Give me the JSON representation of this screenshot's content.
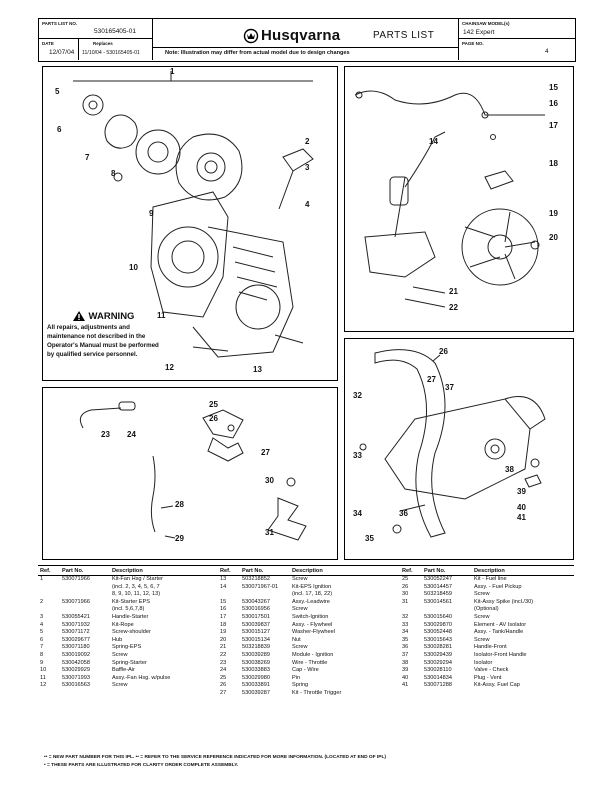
{
  "header": {
    "part_list_no_label": "PARTS LIST NO.",
    "part_list_no": "530165405-01",
    "date_label": "DATE",
    "date": "12/07/04",
    "replaces_label": "Replaces",
    "replaces": "11/10/04 - 530165405-01",
    "brand": "Husqvarna",
    "title": "PARTS LIST",
    "chainsaw_model_label": "CHAINSAW MODEL(s)",
    "model": "142 Expert",
    "page_label": "PAGE  NO.",
    "page_no": "4",
    "note": "Note: Illustration may differ from actual model due to design changes"
  },
  "warning": {
    "title": "WARNING",
    "text": "All repairs, adjustments and maintenance not described in the Operator's Manual must be performed by qualified service personnel."
  },
  "callouts": {
    "p1": [
      "1",
      "2",
      "3",
      "4",
      "5",
      "6",
      "7",
      "8",
      "9",
      "10",
      "11",
      "12",
      "13"
    ],
    "p2": [
      "14",
      "15",
      "16",
      "17",
      "18",
      "19",
      "20",
      "21",
      "22"
    ],
    "p3": [
      "23",
      "24",
      "25",
      "26",
      "27",
      "28",
      "29",
      "30",
      "31"
    ],
    "p4": [
      "26",
      "27",
      "32",
      "33",
      "34",
      "35",
      "36",
      "37",
      "38",
      "39",
      "40",
      "41"
    ]
  },
  "table": {
    "headers": [
      "Ref.",
      "Part No.",
      "Description",
      "Ref.",
      "Part No.",
      "Description",
      "Ref.",
      "Part No.",
      "Description"
    ],
    "rows": [
      [
        "1",
        "530071966",
        "Kit-Fan Hsg / Starter",
        "13",
        "503218852",
        "Screw",
        "25",
        "530052247",
        "Kit - Fuel line"
      ],
      [
        "",
        "",
        "(incl. 2, 3, 4, 5, 6, 7",
        "14",
        "530071967-01",
        "Kit-EPS Ignition",
        "26",
        "530014457",
        "Assy. - Fuel Pickup"
      ],
      [
        "",
        "",
        "8, 9, 10, 11, 12, 13)",
        "",
        "",
        "(incl. 17, 18, 22)",
        "30",
        "503218459",
        "Screw"
      ],
      [
        "2",
        "530071966",
        "Kit-Starter EPS",
        "15",
        "530043267",
        "Assy.-Leadwire",
        "31",
        "530014561",
        "Kit-Assy Spike (incl./30)"
      ],
      [
        "",
        "",
        "(incl. 5,6,7,8)",
        "16",
        "530016956",
        "Screw",
        "",
        "",
        "(Optional)"
      ],
      [
        "3",
        "530055421",
        "Handle-Starter",
        "17",
        "530017501",
        "Switch-Ignition",
        "32",
        "530015640",
        "Screw"
      ],
      [
        "4",
        "530071932",
        "Kit-Rope",
        "18",
        "530039837",
        "Assy. - Flywheel",
        "33",
        "530029870",
        "Element - AV Isolator"
      ],
      [
        "5",
        "530071172",
        "Screw-shoulder",
        "19",
        "530015127",
        "Washer-Flywheel",
        "34",
        "530052448",
        "Assy. - Tank/Handle"
      ],
      [
        "6",
        "530029677",
        "Hub",
        "20",
        "530015134",
        "Nut",
        "35",
        "530015643",
        "Screw"
      ],
      [
        "7",
        "530071180",
        "Spring-EPS",
        "21",
        "503218839",
        "Screw",
        "36",
        "530028281",
        "Handle-Front"
      ],
      [
        "8",
        "530019092",
        "Screw",
        "22",
        "530039289",
        "Module - Ignition",
        "37",
        "530029439",
        "Isolator-Front Handle"
      ],
      [
        "9",
        "530042058",
        "Spring-Starter",
        "23",
        "530038269",
        "Wire - Throttle",
        "38",
        "530029294",
        "Isolator"
      ],
      [
        "10",
        "530029929",
        "Baffle-Air",
        "24",
        "530033883",
        "Cap - Wire",
        "39",
        "530028110",
        "Valve - Check"
      ],
      [
        "11",
        "530071993",
        "Assy.-Fan Hsg. w/pulse",
        "25",
        "530029980",
        "Pin",
        "40",
        "530014834",
        "Plug - Vent"
      ],
      [
        "12",
        "530016563",
        "Screw",
        "26",
        "530033891",
        "Spring",
        "41",
        "530071288",
        "Kit-Assy. Fuel Cap"
      ],
      [
        "",
        "",
        "",
        "27",
        "530039287",
        "Kit - Throttle Trigger",
        "",
        "",
        ""
      ]
    ]
  },
  "notes": [
    "•• = NEW PART NUMBER FOR THIS IPL.      •• = REFER TO THE SERVICE REFERENCE INDICATED FOR MORE INFORMATION. (LOCATED AT END OF IPL)",
    "• = THESE PARTS ARE ILLUSTRATED FOR CLARITY    ORDER COMPLETE ASSEMBLY."
  ]
}
